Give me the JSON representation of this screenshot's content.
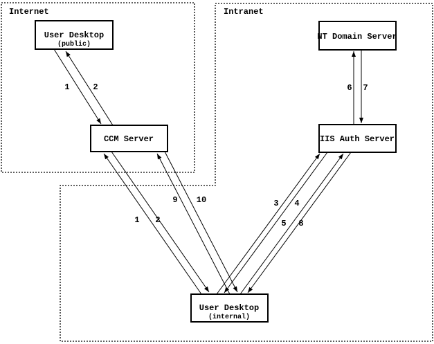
{
  "diagram": {
    "zones": [
      {
        "id": "internet",
        "label": "Internet"
      },
      {
        "id": "intranet",
        "label": "Intranet"
      }
    ],
    "nodes": [
      {
        "id": "user-desktop-public",
        "title": "User Desktop",
        "subtitle": "(public)"
      },
      {
        "id": "ccm-server",
        "title": "CCM Server",
        "subtitle": ""
      },
      {
        "id": "nt-domain-server",
        "title": "NT Domain Server",
        "subtitle": ""
      },
      {
        "id": "iis-auth-server",
        "title": "IIS Auth Server",
        "subtitle": ""
      },
      {
        "id": "user-desktop-internal",
        "title": "User Desktop",
        "subtitle": "(internal)"
      }
    ],
    "edges": [
      {
        "label": "1",
        "from": "user-desktop-public",
        "to": "ccm-server"
      },
      {
        "label": "2",
        "from": "ccm-server",
        "to": "user-desktop-public"
      },
      {
        "label": "1",
        "from": "user-desktop-internal",
        "to": "ccm-server"
      },
      {
        "label": "2",
        "from": "ccm-server",
        "to": "user-desktop-internal"
      },
      {
        "label": "3",
        "from": "user-desktop-internal",
        "to": "iis-auth-server"
      },
      {
        "label": "4",
        "from": "iis-auth-server",
        "to": "user-desktop-internal"
      },
      {
        "label": "5",
        "from": "user-desktop-internal",
        "to": "iis-auth-server"
      },
      {
        "label": "6",
        "from": "iis-auth-server",
        "to": "nt-domain-server"
      },
      {
        "label": "7",
        "from": "nt-domain-server",
        "to": "iis-auth-server"
      },
      {
        "label": "8",
        "from": "iis-auth-server",
        "to": "user-desktop-internal"
      },
      {
        "label": "9",
        "from": "user-desktop-internal",
        "to": "ccm-server"
      },
      {
        "label": "10",
        "from": "ccm-server",
        "to": "user-desktop-internal"
      }
    ]
  },
  "colors": {
    "ink": "#000000",
    "background": "#ffffff"
  }
}
